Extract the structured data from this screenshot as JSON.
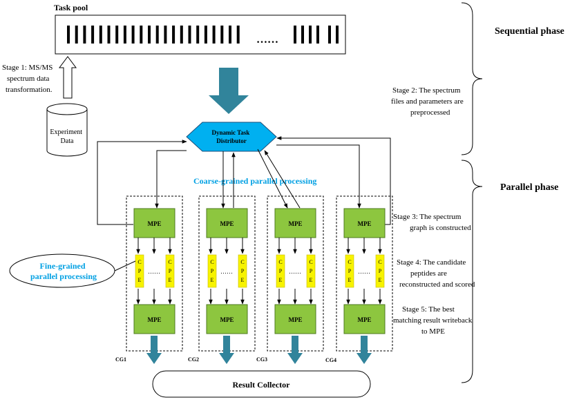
{
  "task_pool_label": "Task pool",
  "task_pool_ellipsis": "……",
  "phases": {
    "sequential": "Sequential phase",
    "parallel": "Parallel phase"
  },
  "stage1": [
    "Stage 1: MS/MS",
    "spectrum data",
    "transformation."
  ],
  "experiment_data": [
    "Experiment",
    "Data"
  ],
  "distributor": [
    "Dynamic Task",
    "Distributor"
  ],
  "stage2": [
    "Stage 2: The spectrum",
    "files and parameters are",
    "preprocessed"
  ],
  "coarse_label": "Coarse-grained parallel processing",
  "fine_label": [
    "Fine-grained",
    "parallel processing"
  ],
  "stage3": [
    "Stage 3: The spectrum",
    "graph is constructed"
  ],
  "stage4": [
    "Stage 4: The candidate",
    "peptides are",
    "reconstructed and scored"
  ],
  "stage5": [
    "Stage 5: The best",
    "matching result writeback",
    "to MPE"
  ],
  "mpe_label": "MPE",
  "cpe_letters": [
    "C",
    "P",
    "E"
  ],
  "cpe_dots": "……",
  "groups": [
    "CG1",
    "CG2",
    "CG3",
    "CG4"
  ],
  "result_collector": "Result Collector",
  "colors": {
    "mpe_fill": "#8dc63f",
    "cpe_fill": "#f7f300",
    "distributor_fill": "#00b0f0",
    "big_arrow": "#31849b",
    "accent_text": "#00a0e3"
  }
}
